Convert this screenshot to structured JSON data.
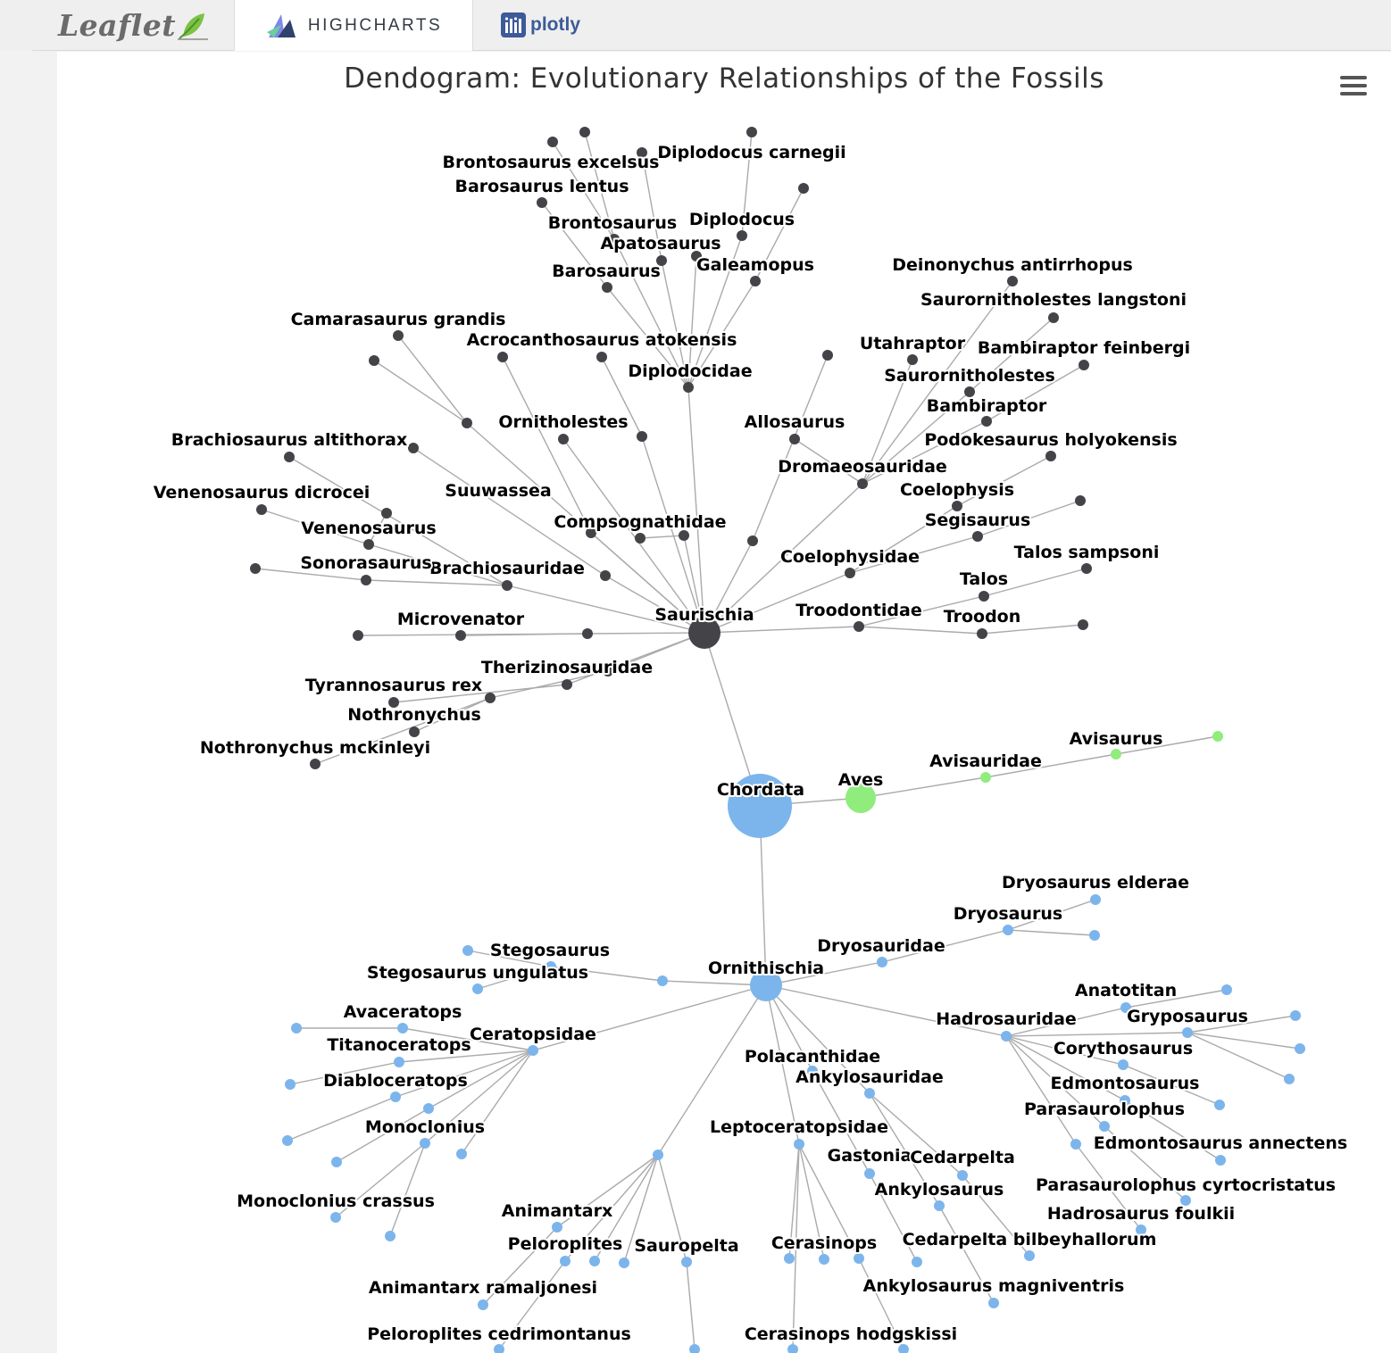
{
  "tabs": [
    {
      "label": "Leaflet",
      "active": false
    },
    {
      "label": "HIGHCHARTS",
      "active": true
    },
    {
      "label": "plotly",
      "active": false
    }
  ],
  "chart_title": "Dendogram: Evolutionary Relationships of the Fossils",
  "menu": {
    "icon": "hamburger-menu-icon"
  },
  "colors": {
    "saurischia": "#434348",
    "ornithischia": "#7cb5ec",
    "aves": "#90ed7d",
    "link": "#aaaaaa"
  },
  "chart_data": {
    "type": "network-dendrogram",
    "root": "Chordata",
    "nodes": [
      {
        "id": "Chordata",
        "parent": null,
        "group": "ornithischia",
        "label": "Chordata"
      },
      {
        "id": "Saurischia",
        "parent": "Chordata",
        "group": "saurischia",
        "label": "Saurischia"
      },
      {
        "id": "Aves",
        "parent": "Chordata",
        "group": "aves",
        "label": "Aves"
      },
      {
        "id": "Ornithischia",
        "parent": "Chordata",
        "group": "ornithischia",
        "label": "Ornithischia"
      },
      {
        "id": "Avisauridae",
        "parent": "Aves",
        "group": "aves",
        "label": "Avisauridae"
      },
      {
        "id": "Avisaurus",
        "parent": "Avisauridae",
        "group": "aves",
        "label": "Avisaurus"
      },
      {
        "id": "Avisaurus-leaf",
        "parent": "Avisaurus",
        "group": "aves",
        "label": ""
      },
      {
        "id": "Diplodocidae",
        "parent": "Saurischia",
        "group": "saurischia",
        "label": "Diplodocidae"
      },
      {
        "id": "Barosaurus",
        "parent": "Diplodocidae",
        "group": "saurischia",
        "label": "Barosaurus"
      },
      {
        "id": "Barosaurus lentus",
        "parent": "Barosaurus",
        "group": "saurischia",
        "label": "Barosaurus lentus"
      },
      {
        "id": "Apatosaurus",
        "parent": "Diplodocidae",
        "group": "saurischia",
        "label": "Apatosaurus"
      },
      {
        "id": "Brontosaurus",
        "parent": "Diplodocidae",
        "group": "saurischia",
        "label": "Brontosaurus"
      },
      {
        "id": "Brontosaurus excelsus",
        "parent": "Brontosaurus",
        "group": "saurischia",
        "label": "Brontosaurus excelsus"
      },
      {
        "id": "Brontosaurus-leaf",
        "parent": "Brontosaurus",
        "group": "saurischia",
        "label": ""
      },
      {
        "id": "Apatosaurus-leaf",
        "parent": "Apatosaurus",
        "group": "saurischia",
        "label": ""
      },
      {
        "id": "Diplodocus-hidden",
        "parent": "Diplodocidae",
        "group": "saurischia",
        "label": ""
      },
      {
        "id": "Diplodocus",
        "parent": "Diplodocidae",
        "group": "saurischia",
        "label": "Diplodocus"
      },
      {
        "id": "Diplodocus carnegii",
        "parent": "Diplodocus",
        "group": "saurischia",
        "label": "Diplodocus carnegii"
      },
      {
        "id": "Galeamopus",
        "parent": "Diplodocidae",
        "group": "saurischia",
        "label": "Galeamopus"
      },
      {
        "id": "Galeamopus-leaf",
        "parent": "Galeamopus",
        "group": "saurischia",
        "label": ""
      },
      {
        "id": "Camarasaurus",
        "parent": "Saurischia",
        "group": "saurischia",
        "label": ""
      },
      {
        "id": "Camarasaurus grandis",
        "parent": "Camarasaurus",
        "group": "saurischia",
        "label": "Camarasaurus grandis"
      },
      {
        "id": "Camarasaurus-leaf",
        "parent": "Camarasaurus",
        "group": "saurischia",
        "label": ""
      },
      {
        "id": "Acrocanthosaurus",
        "parent": "Saurischia",
        "group": "saurischia",
        "label": ""
      },
      {
        "id": "Acrocanthosaurus atokensis",
        "parent": "Acrocanthosaurus",
        "group": "saurischia",
        "label": "Acrocanthosaurus atokensis"
      },
      {
        "id": "Ornitholestes",
        "parent": "Saurischia",
        "group": "saurischia",
        "label": "Ornitholestes"
      },
      {
        "id": "Ornitholestes-leaf",
        "parent": "Ornitholestes",
        "group": "saurischia",
        "label": ""
      },
      {
        "id": "Compsognathidae",
        "parent": "Saurischia",
        "group": "saurischia",
        "label": "Compsognathidae"
      },
      {
        "id": "Compsognathus",
        "parent": "Compsognathidae",
        "group": "saurischia",
        "label": ""
      },
      {
        "id": "Suuwassea",
        "parent": "Saurischia",
        "group": "saurischia",
        "label": "Suuwassea"
      },
      {
        "id": "Suuwassea-leaf",
        "parent": "Suuwassea",
        "group": "saurischia",
        "label": ""
      },
      {
        "id": "Saurischia-x1",
        "parent": "Saurischia",
        "group": "saurischia",
        "label": ""
      },
      {
        "id": "Brachiosauridae",
        "parent": "Saurischia",
        "group": "saurischia",
        "label": "Brachiosauridae"
      },
      {
        "id": "Brachiosaurus altithorax",
        "parent": "Brachiosauridae",
        "group": "saurischia",
        "label": "Brachiosaurus altithorax"
      },
      {
        "id": "Venenosaurus",
        "parent": "Brachiosauridae",
        "group": "saurischia",
        "label": "Venenosaurus"
      },
      {
        "id": "Venenosaurus dicrocei",
        "parent": "Venenosaurus",
        "group": "saurischia",
        "label": "Venenosaurus dicrocei"
      },
      {
        "id": "Venenosaurus-x",
        "parent": "Venenosaurus",
        "group": "saurischia",
        "label": ""
      },
      {
        "id": "Sonorasaurus",
        "parent": "Brachiosauridae",
        "group": "saurischia",
        "label": "Sonorasaurus"
      },
      {
        "id": "Sonorasaurus-leaf",
        "parent": "Sonorasaurus",
        "group": "saurischia",
        "label": ""
      },
      {
        "id": "Microvenator",
        "parent": "Saurischia",
        "group": "saurischia",
        "label": "Microvenator"
      },
      {
        "id": "Microvenator-x",
        "parent": "Microvenator",
        "group": "saurischia",
        "label": ""
      },
      {
        "id": "Microvenator-leaf",
        "parent": "Microvenator",
        "group": "saurischia",
        "label": ""
      },
      {
        "id": "Therizinosauridae",
        "parent": "Saurischia",
        "group": "saurischia",
        "label": "Therizinosauridae"
      },
      {
        "id": "Tyrannosaurus",
        "parent": "Saurischia",
        "group": "saurischia",
        "label": ""
      },
      {
        "id": "Tyrannosaurus rex",
        "parent": "Tyrannosaurus",
        "group": "saurischia",
        "label": "Tyrannosaurus rex"
      },
      {
        "id": "Nothronychus",
        "parent": "Therizinosauridae",
        "group": "saurischia",
        "label": "Nothronychus"
      },
      {
        "id": "Nothronychus mckinleyi",
        "parent": "Nothronychus",
        "group": "saurischia",
        "label": "Nothronychus mckinleyi"
      },
      {
        "id": "Nothronychus-leaf",
        "parent": "Nothronychus",
        "group": "saurischia",
        "label": ""
      },
      {
        "id": "Allosaurus",
        "parent": "Saurischia",
        "group": "saurischia",
        "label": "Allosaurus"
      },
      {
        "id": "Allosaurus-leaf",
        "parent": "Allosaurus",
        "group": "saurischia",
        "label": ""
      },
      {
        "id": "Dromaeosauridae",
        "parent": "Saurischia",
        "group": "saurischia",
        "label": "Dromaeosauridae"
      },
      {
        "id": "Deinonychus",
        "parent": "Dromaeosauridae",
        "group": "saurischia",
        "label": ""
      },
      {
        "id": "Deinonychus antirrhopus",
        "parent": "Dromaeosauridae",
        "group": "saurischia",
        "label": "Deinonychus antirrhopus"
      },
      {
        "id": "Utahraptor",
        "parent": "Dromaeosauridae",
        "group": "saurischia",
        "label": "Utahraptor"
      },
      {
        "id": "Saurornitholestes",
        "parent": "Dromaeosauridae",
        "group": "saurischia",
        "label": "Saurornitholestes"
      },
      {
        "id": "Saurornitholestes langstoni",
        "parent": "Saurornitholestes",
        "group": "saurischia",
        "label": "Saurornitholestes langstoni"
      },
      {
        "id": "Bambiraptor",
        "parent": "Dromaeosauridae",
        "group": "saurischia",
        "label": "Bambiraptor"
      },
      {
        "id": "Bambiraptor feinbergi",
        "parent": "Bambiraptor",
        "group": "saurischia",
        "label": "Bambiraptor feinbergi"
      },
      {
        "id": "Coelophysidae",
        "parent": "Saurischia",
        "group": "saurischia",
        "label": "Coelophysidae"
      },
      {
        "id": "Coelophysis",
        "parent": "Coelophysidae",
        "group": "saurischia",
        "label": "Coelophysis"
      },
      {
        "id": "Podokesaurus holyokensis",
        "parent": "Coelophysis",
        "group": "saurischia",
        "label": "Podokesaurus holyokensis"
      },
      {
        "id": "Segisaurus",
        "parent": "Coelophysidae",
        "group": "saurischia",
        "label": "Segisaurus"
      },
      {
        "id": "Segisaurus-leaf",
        "parent": "Segisaurus",
        "group": "saurischia",
        "label": ""
      },
      {
        "id": "Troodontidae",
        "parent": "Saurischia",
        "group": "saurischia",
        "label": "Troodontidae"
      },
      {
        "id": "Talos",
        "parent": "Troodontidae",
        "group": "saurischia",
        "label": "Talos"
      },
      {
        "id": "Talos sampsoni",
        "parent": "Talos",
        "group": "saurischia",
        "label": "Talos sampsoni"
      },
      {
        "id": "Troodon",
        "parent": "Troodontidae",
        "group": "saurischia",
        "label": "Troodon"
      },
      {
        "id": "Troodon-leaf",
        "parent": "Troodon",
        "group": "saurischia",
        "label": ""
      },
      {
        "id": "Dryosauridae",
        "parent": "Ornithischia",
        "group": "ornithischia",
        "label": "Dryosauridae"
      },
      {
        "id": "Dryosaurus",
        "parent": "Dryosauridae",
        "group": "ornithischia",
        "label": "Dryosaurus"
      },
      {
        "id": "Dryosaurus elderae",
        "parent": "Dryosaurus",
        "group": "ornithischia",
        "label": "Dryosaurus elderae"
      },
      {
        "id": "Dryosaurus-leaf",
        "parent": "Dryosaurus",
        "group": "ornithischia",
        "label": ""
      },
      {
        "id": "Stegosauridae",
        "parent": "Ornithischia",
        "group": "ornithischia",
        "label": ""
      },
      {
        "id": "Stegosaurus",
        "parent": "Stegosauridae",
        "group": "ornithischia",
        "label": "Stegosaurus"
      },
      {
        "id": "Stegosaurus-leaf",
        "parent": "Stegosaurus",
        "group": "ornithischia",
        "label": ""
      },
      {
        "id": "Stegosaurus ungulatus",
        "parent": "Stegosaurus",
        "group": "ornithischia",
        "label": "Stegosaurus ungulatus"
      },
      {
        "id": "Ceratopsidae",
        "parent": "Ornithischia",
        "group": "ornithischia",
        "label": "Ceratopsidae"
      },
      {
        "id": "Avaceratops",
        "parent": "Ceratopsidae",
        "group": "ornithischia",
        "label": "Avaceratops"
      },
      {
        "id": "Avaceratops-leaf",
        "parent": "Avaceratops",
        "group": "ornithischia",
        "label": ""
      },
      {
        "id": "Titanoceratops",
        "parent": "Ceratopsidae",
        "group": "ornithischia",
        "label": "Titanoceratops"
      },
      {
        "id": "Titanoceratops-leaf",
        "parent": "Titanoceratops",
        "group": "ornithischia",
        "label": ""
      },
      {
        "id": "Diabloceratops",
        "parent": "Ceratopsidae",
        "group": "ornithischia",
        "label": "Diabloceratops"
      },
      {
        "id": "Diabloceratops-leaf",
        "parent": "Diabloceratops",
        "group": "ornithischia",
        "label": ""
      },
      {
        "id": "Ceratopsidae-x1",
        "parent": "Ceratopsidae",
        "group": "ornithischia",
        "label": ""
      },
      {
        "id": "Ceratopsidae-x1-leaf",
        "parent": "Ceratopsidae-x1",
        "group": "ornithischia",
        "label": ""
      },
      {
        "id": "Monoclonius",
        "parent": "Ceratopsidae",
        "group": "ornithischia",
        "label": "Monoclonius"
      },
      {
        "id": "Monoclonius crassus",
        "parent": "Monoclonius",
        "group": "ornithischia",
        "label": "Monoclonius crassus"
      },
      {
        "id": "Monoclonius-leaf",
        "parent": "Monoclonius",
        "group": "ornithischia",
        "label": ""
      },
      {
        "id": "Ceratopsidae-x2",
        "parent": "Ceratopsidae",
        "group": "ornithischia",
        "label": ""
      },
      {
        "id": "Ceratopsidae-x2-leaf",
        "parent": "Ceratopsidae-x2",
        "group": "ornithischia",
        "label": ""
      },
      {
        "id": "Hadrosauridae",
        "parent": "Ornithischia",
        "group": "ornithischia",
        "label": "Hadrosauridae"
      },
      {
        "id": "Anatotitan",
        "parent": "Hadrosauridae",
        "group": "ornithischia",
        "label": "Anatotitan"
      },
      {
        "id": "Anatotitan-leaf",
        "parent": "Anatotitan",
        "group": "ornithischia",
        "label": ""
      },
      {
        "id": "Gryposaurus",
        "parent": "Hadrosauridae",
        "group": "ornithischia",
        "label": "Gryposaurus"
      },
      {
        "id": "Gryposaurus-leaf1",
        "parent": "Gryposaurus",
        "group": "ornithischia",
        "label": ""
      },
      {
        "id": "Gryposaurus-leaf2",
        "parent": "Gryposaurus",
        "group": "ornithischia",
        "label": ""
      },
      {
        "id": "Gryposaurus-leaf3",
        "parent": "Gryposaurus",
        "group": "ornithischia",
        "label": ""
      },
      {
        "id": "Corythosaurus",
        "parent": "Hadrosauridae",
        "group": "ornithischia",
        "label": "Corythosaurus"
      },
      {
        "id": "Corythosaurus-leaf",
        "parent": "Corythosaurus",
        "group": "ornithischia",
        "label": ""
      },
      {
        "id": "Edmontosaurus",
        "parent": "Hadrosauridae",
        "group": "ornithischia",
        "label": "Edmontosaurus"
      },
      {
        "id": "Edmontosaurus annectens",
        "parent": "Edmontosaurus",
        "group": "ornithischia",
        "label": "Edmontosaurus annectens"
      },
      {
        "id": "Parasaurolophus",
        "parent": "Hadrosauridae",
        "group": "ornithischia",
        "label": "Parasaurolophus"
      },
      {
        "id": "Parasaurolophus cyrtocristatus",
        "parent": "Parasaurolophus",
        "group": "ornithischia",
        "label": "Parasaurolophus cyrtocristatus"
      },
      {
        "id": "Hadrosaurus",
        "parent": "Hadrosauridae",
        "group": "ornithischia",
        "label": ""
      },
      {
        "id": "Hadrosaurus foulkii",
        "parent": "Hadrosaurus",
        "group": "ornithischia",
        "label": "Hadrosaurus foulkii"
      },
      {
        "id": "Polacanthidae",
        "parent": "Ornithischia",
        "group": "ornithischia",
        "label": "Polacanthidae"
      },
      {
        "id": "Gastonia",
        "parent": "Polacanthidae",
        "group": "ornithischia",
        "label": "Gastonia"
      },
      {
        "id": "Gastonia-leaf",
        "parent": "Gastonia",
        "group": "ornithischia",
        "label": ""
      },
      {
        "id": "Ankylosauridae",
        "parent": "Ornithischia",
        "group": "ornithischia",
        "label": "Ankylosauridae"
      },
      {
        "id": "Cedarpelta",
        "parent": "Ankylosauridae",
        "group": "ornithischia",
        "label": "Cedarpelta"
      },
      {
        "id": "Cedarpelta bilbeyhallorum",
        "parent": "Cedarpelta",
        "group": "ornithischia",
        "label": "Cedarpelta bilbeyhallorum"
      },
      {
        "id": "Ankylosaurus",
        "parent": "Ankylosauridae",
        "group": "ornithischia",
        "label": "Ankylosaurus"
      },
      {
        "id": "Ankylosaurus magniventris",
        "parent": "Ankylosaurus",
        "group": "ornithischia",
        "label": "Ankylosaurus magniventris"
      },
      {
        "id": "Leptoceratopsidae",
        "parent": "Ornithischia",
        "group": "ornithischia",
        "label": "Leptoceratopsidae"
      },
      {
        "id": "Cerasinops",
        "parent": "Leptoceratopsidae",
        "group": "ornithischia",
        "label": "Cerasinops"
      },
      {
        "id": "Cerasinops hodgskissi",
        "parent": "Cerasinops",
        "group": "ornithischia",
        "label": "Cerasinops hodgskissi"
      },
      {
        "id": "Leptoceratopsidae-x1",
        "parent": "Leptoceratopsidae",
        "group": "ornithischia",
        "label": ""
      },
      {
        "id": "Leptoceratopsidae-x2",
        "parent": "Leptoceratopsidae",
        "group": "ornithischia",
        "label": ""
      },
      {
        "id": "Leptoceratopsidae-x3",
        "parent": "Leptoceratopsidae",
        "group": "ornithischia",
        "label": ""
      },
      {
        "id": "Nodosauridae",
        "parent": "Ornithischia",
        "group": "ornithischia",
        "label": ""
      },
      {
        "id": "Animantarx",
        "parent": "Nodosauridae",
        "group": "ornithischia",
        "label": "Animantarx"
      },
      {
        "id": "Animantarx ramaljonesi",
        "parent": "Animantarx",
        "group": "ornithischia",
        "label": "Animantarx ramaljonesi"
      },
      {
        "id": "Peloroplites",
        "parent": "Nodosauridae",
        "group": "ornithischia",
        "label": "Peloroplites"
      },
      {
        "id": "Peloroplites cedrimontanus",
        "parent": "Peloroplites",
        "group": "ornithischia",
        "label": "Peloroplites cedrimontanus"
      },
      {
        "id": "Nodosauridae-x1",
        "parent": "Nodosauridae",
        "group": "ornithischia",
        "label": ""
      },
      {
        "id": "Nodosauridae-x2",
        "parent": "Nodosauridae",
        "group": "ornithischia",
        "label": ""
      },
      {
        "id": "Sauropelta",
        "parent": "Nodosauridae",
        "group": "ornithischia",
        "label": "Sauropelta"
      },
      {
        "id": "Sauropelta-leaf",
        "parent": "Sauropelta",
        "group": "ornithischia",
        "label": ""
      }
    ]
  }
}
